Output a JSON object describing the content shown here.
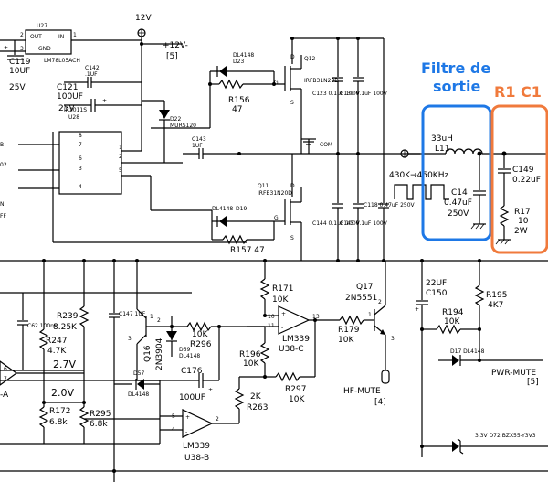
{
  "labels": {
    "u27": "U27",
    "u27_out": "OUT",
    "u27_in": "IN",
    "u27_gnd": "GND",
    "u27_part": "LM78L05ACH",
    "v12": "12V",
    "v12_ref": "+12V-",
    "v12_ref2": "[5]",
    "c119_a": "C119",
    "c119_b": "10UF",
    "c119_c": "25V",
    "c142_a": "C142",
    "c142_b": ".1UF",
    "c121_a": "C121",
    "c121_b": "100UF",
    "c121_c": "25V",
    "u28_a": "IR2011S",
    "u28_b": "U28",
    "d22_a": "D22",
    "d22_b": "MURS120",
    "d23_a": "DL4148",
    "d23_b": "D23",
    "r156_a": "R156",
    "r156_b": "47",
    "q12_a": "Q12",
    "q12_b": "IRFB31N20D",
    "c123": "C123 0.1uF 100V",
    "c130": "C130 0.1uF 100V",
    "c143_a": "C143",
    "c143_b": "1UF",
    "com": "COM",
    "q11_a": "Q11",
    "q11_b": "IRFB31N20D",
    "d19_a": "DL4148",
    "d19_b": "D19",
    "r157": "R157 47",
    "c144": "C144 0.1uF 100V",
    "c145": "C145 0.1uF 100V",
    "c118": "C118 0.47uF 250V",
    "freq": "430K→450KHz",
    "l11_a": "33uH",
    "l11_b": "L11",
    "c14_a": "C14",
    "c14_b": "0.47uF",
    "c14_c": "250V",
    "c149_a": "C149",
    "c149_b": "0.22uF",
    "r17_a": "R17",
    "r17_b": "10",
    "r17_c": "2W",
    "r171_a": "R171",
    "r171_b": "10K",
    "q17_a": "Q17",
    "q17_b": "2N5551",
    "c150_a": "22UF",
    "c150_b": "C150",
    "r195_a": "R195",
    "r195_b": "4K7",
    "r194_a": "R194",
    "r194_b": "10K",
    "d17": "D17 DL4148",
    "pwr_mute_a": "PWR-MUTE",
    "pwr_mute_b": "[5]",
    "r239_a": "R239",
    "r239_b": "8.25K",
    "r247_a": "R247",
    "r247_b": "4.7K",
    "v27": "2.7V",
    "c147": "C147 1UF",
    "q16_a": "Q16",
    "q16_b": "2N3904",
    "r296_a": "10K",
    "r296_b": "R296",
    "d69_a": "D69",
    "d69_b": "DL4148",
    "u38c_a": "LM339",
    "u38c_b": "U38-C",
    "r179_a": "R179",
    "r179_b": "10K",
    "r196_a": "R196",
    "r196_b": "10K",
    "c176_a": "C176",
    "c176_b": "100UF",
    "r297_a": "R297",
    "r297_b": "10K",
    "r263_a": "2K",
    "r263_b": "R263",
    "hf_mute_a": "HF-MUTE",
    "hf_mute_b": "[4]",
    "v20": "2.0V",
    "d57_a": "D57",
    "d57_b": "DL4148",
    "r172_a": "R172",
    "r172_b": "6.8k",
    "r295_a": "R295",
    "r295_b": "6.8k",
    "u38b_a": "LM339",
    "u38b_b": "U38-B",
    "d72": "3.3V D72 BZX55-Y3V3",
    "c62": "C62 100nF",
    "edge_a": "-A"
  },
  "annotations": {
    "blue_title_1": "Filtre de",
    "blue_title_2": "sortie",
    "orange_title": "R1 C1",
    "blue_color": "#1e78e6",
    "orange_color": "#f07a3c"
  }
}
